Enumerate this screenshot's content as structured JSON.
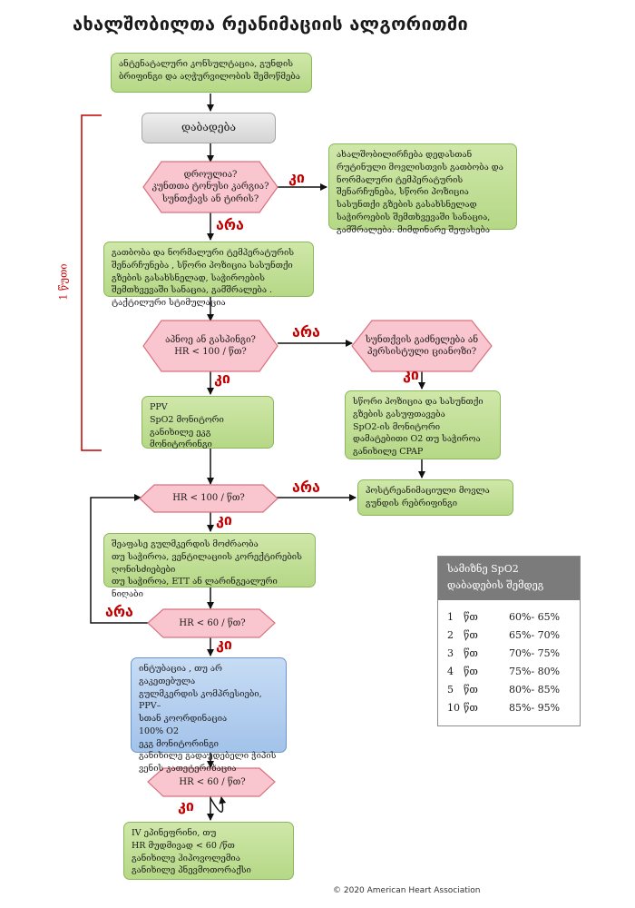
{
  "title": "ახალშობილთა რეანიმაციის ალგორითმი",
  "nodes": {
    "antenatal": "ანტენატალური კონსულტაცია, გუნდის ბრიფინგი და აღჭურვილობის შემოწმება",
    "birth": "დაბადება",
    "q_term": [
      "დროულია?",
      "კუნთთა ტონუსი კარგია?",
      "სუნთქავს ან ტირის?"
    ],
    "routine": "ახალშობილირჩება დედასთან რუტინული მოვლისთვის გათბობა და ნორმალური ტემპერატურის შენარჩუნება, სწორი პოზიცია სასუნთქი გზების გასახსნელად საჭიროების შემთხვევაში სანაცია, გამშრალება. მიმდინარე შეფასება",
    "warm": "გათბობა და ნორმალური ტემპერატურის შენარჩუნება , სწორი პოზიცია სასუნთქი გზების გასახსნელად, საჭიროების შემთხვევაში სანაცია, გამშრალება . ტაქტილური სტიმულაცია",
    "q_apnea": [
      "აპნოე ან გასპინგი?",
      "HR < 100 / წთ?"
    ],
    "q_labored": [
      "სუნთქვის გაძნელება ან",
      "პერსისტული ციანოზი?"
    ],
    "ppv": [
      "PPV",
      "SpO2 მონიტორი",
      "განიხილე ეკგ მონიტორინგი"
    ],
    "position": [
      "სწორი პოზიცია და სასუნთქი",
      "გზების გასუფთავება",
      "SpO2-ის მონიტორი",
      "დამატებითი O2 თუ საჭიროა",
      "განიხილე CPAP"
    ],
    "q_hr100": "HR < 100 / წთ?",
    "postresus": "პოსტრეანიმაციული მოვლა გუნდის რებრიფინგი",
    "ventcorrect": [
      "შეაფასე გულმკერდის მოძრაობა",
      "თუ საჭიროა, ვენტილაციის კორექტირების",
      "ღონისძიებები",
      "თუ საჭიროა, ETT ან ლარინგეალური ნიღაბი"
    ],
    "q_hr60a": "HR < 60 / წთ?",
    "intubate": [
      "ინტუბაცია , თუ არ გაკეთებულა",
      "გულმკერდის კომპრესიები, PPV–",
      "სთან კოორდინაცია",
      "100% O2",
      "ეკგ მონიტორინგი",
      "განიხილე გადაუდებელი ჭიპის",
      "ვენის კათეტერიზაცია"
    ],
    "q_hr60b": "HR < 60 / წთ?",
    "epi": [
      "IV ეპინეფრინი, თუ",
      "HR მუდმივად < 60 /წთ",
      "განიხილე ჰიპოვოლემია",
      "განიხილე პნევმოთორაქსი"
    ]
  },
  "labels": {
    "yes": "კი",
    "no": "არა"
  },
  "brace_label": "1 წუთი",
  "spo2_table": {
    "header": [
      "სამიზნე SpO2",
      "დაბადების შემდეგ"
    ],
    "unit": "წთ",
    "rows": [
      {
        "min": "1",
        "range": "60%- 65%"
      },
      {
        "min": "2",
        "range": "65%- 70%"
      },
      {
        "min": "3",
        "range": "70%- 75%"
      },
      {
        "min": "4",
        "range": "75%- 80%"
      },
      {
        "min": "5",
        "range": "80%- 85%"
      },
      {
        "min": "10",
        "range": "85%- 95%"
      }
    ]
  },
  "copyright": "© 2020 American Heart Association",
  "colors": {
    "green": "#b5d886",
    "pink": "#f9c6cf",
    "pink_border": "#d9707f",
    "blue": "#a3c3ea",
    "red_label": "#c00000"
  }
}
